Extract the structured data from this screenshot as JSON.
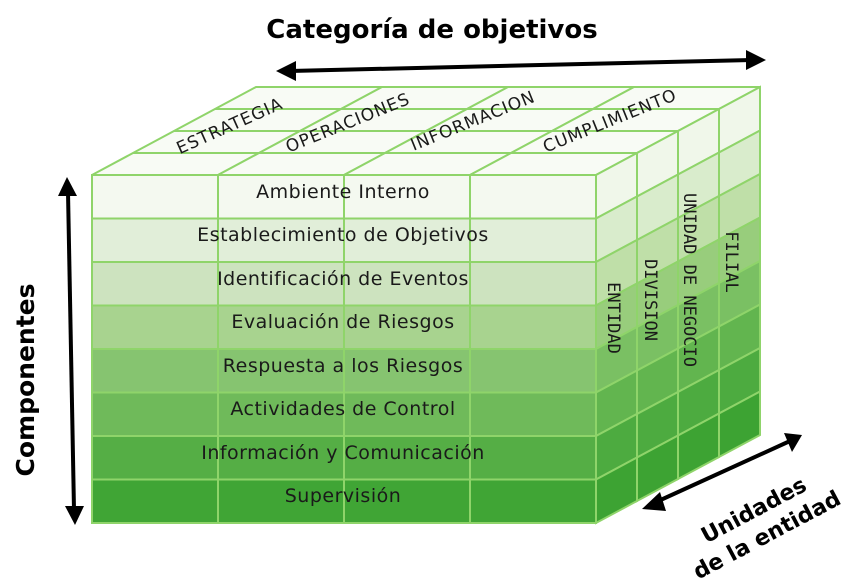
{
  "diagram": {
    "top_axis_title": "Categoría de objetivos",
    "left_axis_title": "Componentes",
    "depth_axis_title_line1": "Unidades",
    "depth_axis_title_line2": "de la entidad",
    "objective_categories": [
      "ESTRATEGIA",
      "OPERACIONES",
      "INFORMACION",
      "CUMPLIMIENTO"
    ],
    "components": [
      "Ambiente Interno",
      "Establecimiento de Objetivos",
      "Identificación de Eventos",
      "Evaluación de Riesgos",
      "Respuesta a los Riesgos",
      "Actividades de Control",
      "Información y Comunicación",
      "Supervisión"
    ],
    "entity_units": [
      "ENTIDAD",
      "DIVISION",
      "UNIDAD DE NEGOCIO",
      "FILIAL"
    ],
    "colors": {
      "grid_line": "#8fd46a",
      "arrow": "#000000",
      "row_fills": [
        "#f4f9f0",
        "#e1eed9",
        "#cde3bf",
        "#a8d38f",
        "#86c470",
        "#6fba5a",
        "#55ae45",
        "#40a535"
      ],
      "top_fill": "#f8fbf5",
      "side_fills": [
        "#f0f7ea",
        "#d9eccc",
        "#bfdfa8",
        "#98cd7c",
        "#7ac063",
        "#62b54f",
        "#4dab40",
        "#3da333"
      ]
    }
  }
}
